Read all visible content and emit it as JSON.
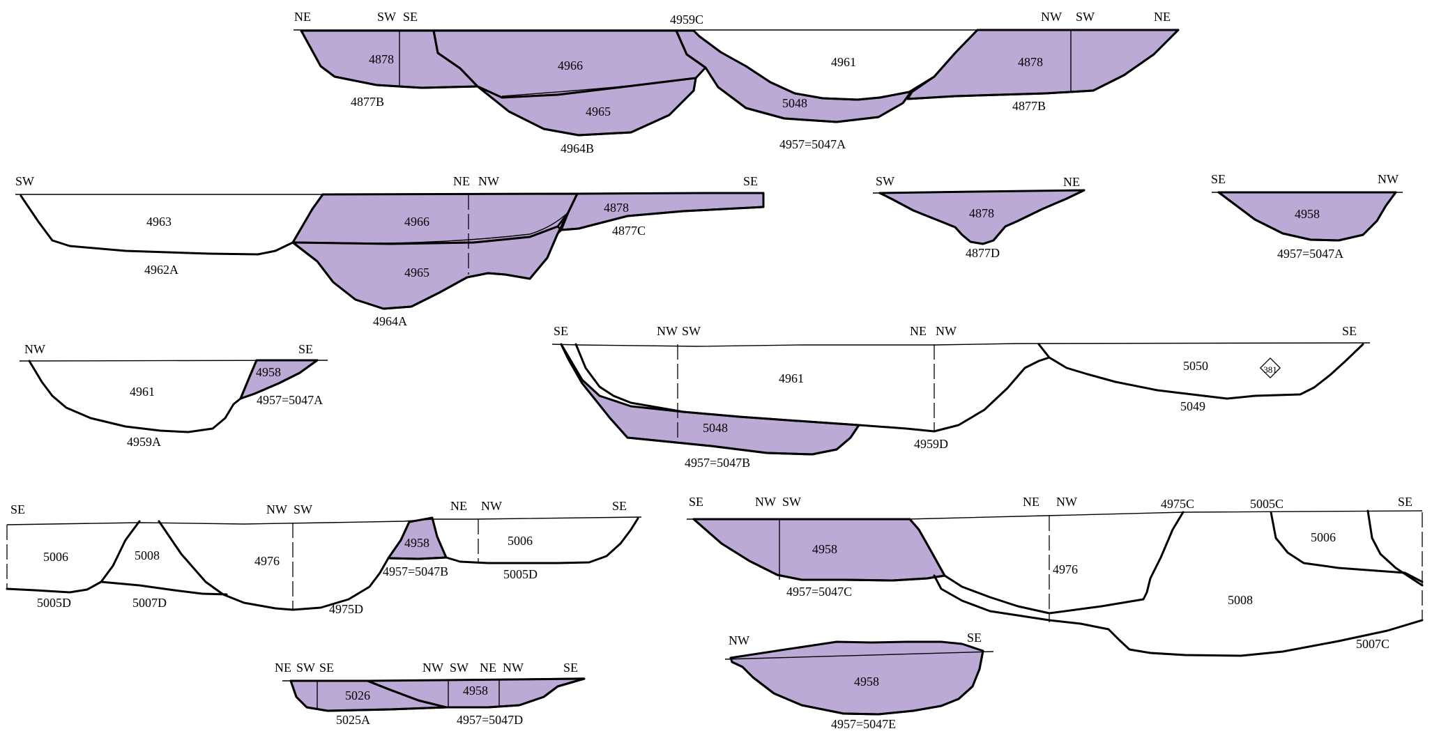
{
  "sections": {
    "s1": {
      "dirs": [
        "NE",
        "SW",
        "SE",
        "4959C",
        "NW",
        "SW",
        "NE"
      ],
      "labels": [
        "4878",
        "4966",
        "4961",
        "4878",
        "5048",
        "4965",
        "4877B",
        "4964B",
        "4957=5047A",
        "4877B"
      ]
    },
    "s2": {
      "dirs": [
        "SW",
        "NE",
        "NW",
        "SE"
      ],
      "labels": [
        "4963",
        "4966",
        "4878",
        "4877C",
        "4965",
        "4962A",
        "4964A"
      ]
    },
    "s3": {
      "dirs": [
        "SW",
        "NE"
      ],
      "labels": [
        "4878",
        "4877D"
      ]
    },
    "s4": {
      "dirs": [
        "SE",
        "NW"
      ],
      "labels": [
        "4958",
        "4957=5047A"
      ]
    },
    "s5": {
      "dirs": [
        "NW",
        "SE"
      ],
      "labels": [
        "4958",
        "4961",
        "4957=5047A",
        "4959A"
      ]
    },
    "s6": {
      "dirs": [
        "SE",
        "NW",
        "SW",
        "NE",
        "NW",
        "SE"
      ],
      "labels": [
        "4961",
        "5050",
        "5049",
        "5048",
        "4959D",
        "4957=5047B"
      ],
      "marker": "381"
    },
    "s7": {
      "dirs": [
        "SE",
        "NW",
        "SW",
        "NE",
        "NW",
        "SE"
      ],
      "labels": [
        "5006",
        "5008",
        "4976",
        "4958",
        "5006",
        "4957=5047B",
        "5005D",
        "5005D",
        "5007D",
        "4975D"
      ]
    },
    "s8": {
      "dirs": [
        "SE",
        "NW",
        "SW",
        "NE",
        "NW",
        "4975C",
        "5005C",
        "SE"
      ],
      "labels": [
        "4958",
        "5006",
        "4976",
        "5008",
        "4957=5047C",
        "5007C"
      ]
    },
    "s9": {
      "dirs": [
        "NE",
        "SW",
        "SE",
        "NW",
        "SW",
        "NE",
        "NW",
        "SE"
      ],
      "labels": [
        "5026",
        "4958",
        "5025A",
        "4957=5047D"
      ]
    },
    "s10": {
      "dirs": [
        "NW",
        "SE"
      ],
      "labels": [
        "4958",
        "4957=5047E"
      ]
    }
  }
}
